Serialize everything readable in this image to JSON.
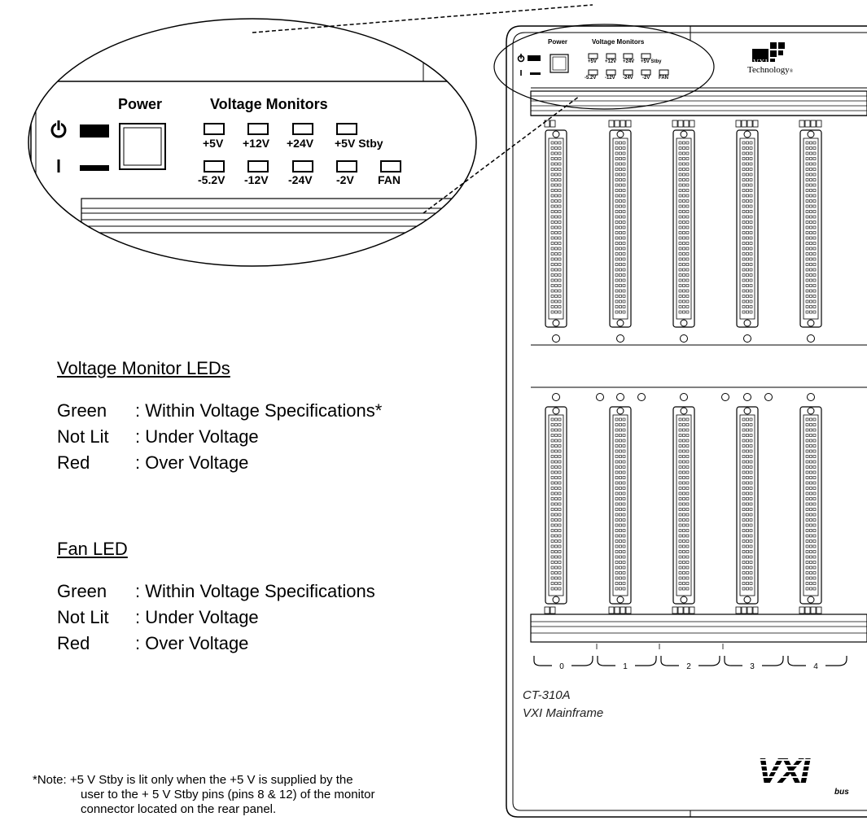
{
  "zoom": {
    "power_label": "Power",
    "monitors_label": "Voltage Monitors",
    "top_row": [
      "+5V",
      "+12V",
      "+24V",
      "+5V"
    ],
    "stby_label": "Stby",
    "bottom_row": [
      "-5.2V",
      "-12V",
      "-24V",
      "-2V",
      "FAN"
    ]
  },
  "mini": {
    "power_label": "Power",
    "monitors_label": "Voltage Monitors",
    "top_row": [
      "+5V",
      "+12V",
      "+24V",
      "+5V Stby"
    ],
    "bottom_row": [
      "-5.2V",
      "-12V",
      "-24V",
      "-2V",
      "FAN"
    ],
    "logo_vxi": "VXI",
    "logo_tech": "Technology",
    "logo_mark": "®"
  },
  "legend_voltage": {
    "title": "Voltage Monitor LEDs",
    "rows": [
      {
        "state": "Green",
        "desc": ": Within Voltage Specifications*"
      },
      {
        "state": "Not Lit",
        "desc": ": Under Voltage"
      },
      {
        "state": "Red",
        "desc": ": Over Voltage"
      }
    ]
  },
  "legend_fan": {
    "title": "Fan LED",
    "rows": [
      {
        "state": "Green",
        "desc": ": Within Voltage Specifications"
      },
      {
        "state": "Not Lit",
        "desc": ": Under Voltage"
      },
      {
        "state": "Red",
        "desc": ": Over Voltage"
      }
    ]
  },
  "note": {
    "line1": "*Note: +5 V Stby is lit only when the +5 V is supplied by the",
    "line2": "user to the + 5 V Stby pins (pins 8 & 12) of the monitor",
    "line3": "connector located on the rear panel."
  },
  "chassis": {
    "slots": [
      "0",
      "1",
      "2",
      "3",
      "4"
    ],
    "model": "CT-310A",
    "name": "VXI Mainframe",
    "bus_logo": "VXI",
    "bus_label": "bus"
  }
}
